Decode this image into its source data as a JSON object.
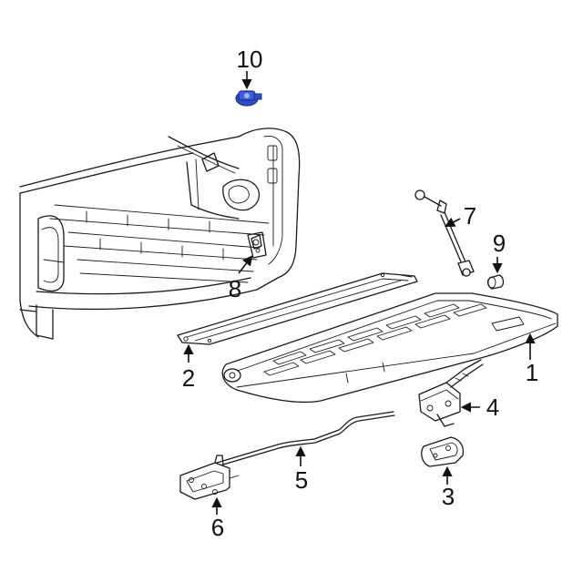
{
  "colors": {
    "line": "#1a1a1a",
    "highlight": "#2d4fc4",
    "highlight_dark": "#1a2f86",
    "background": "#ffffff"
  },
  "callouts": [
    {
      "id": "1",
      "label": "1"
    },
    {
      "id": "2",
      "label": "2"
    },
    {
      "id": "3",
      "label": "3"
    },
    {
      "id": "4",
      "label": "4"
    },
    {
      "id": "5",
      "label": "5"
    },
    {
      "id": "6",
      "label": "6"
    },
    {
      "id": "7",
      "label": "7"
    },
    {
      "id": "8",
      "label": "8"
    },
    {
      "id": "9",
      "label": "9"
    },
    {
      "id": "10",
      "label": "10",
      "highlighted": true
    }
  ]
}
